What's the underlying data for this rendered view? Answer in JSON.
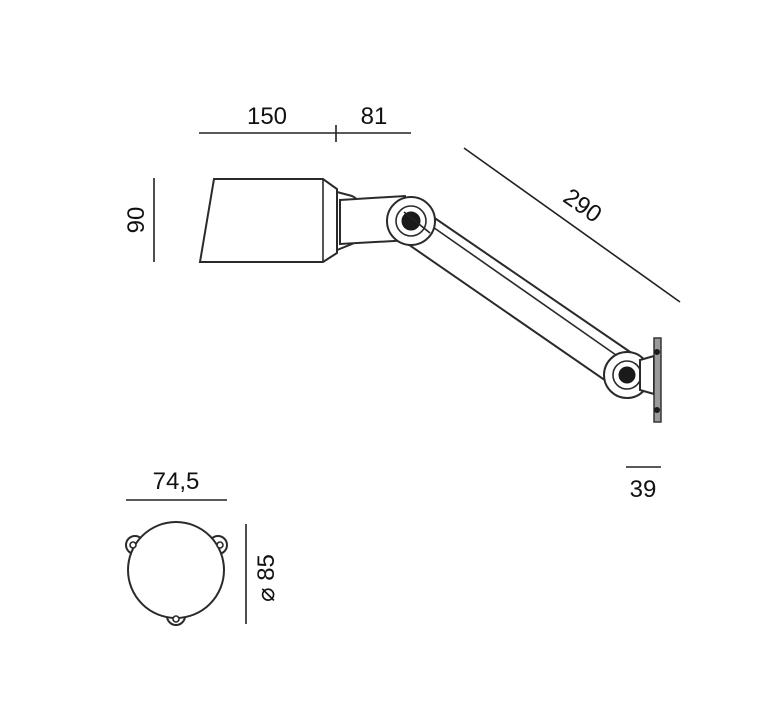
{
  "dimensions": {
    "shade_length": "150",
    "head_length": "81",
    "shade_height": "90",
    "arm_length": "290",
    "wall_plate_depth": "39",
    "base_width": "74,5",
    "base_diameter": "⌀ 85"
  },
  "colors": {
    "line": "#222222",
    "fill": "#ffffff",
    "joint": "#1a1a1a"
  }
}
